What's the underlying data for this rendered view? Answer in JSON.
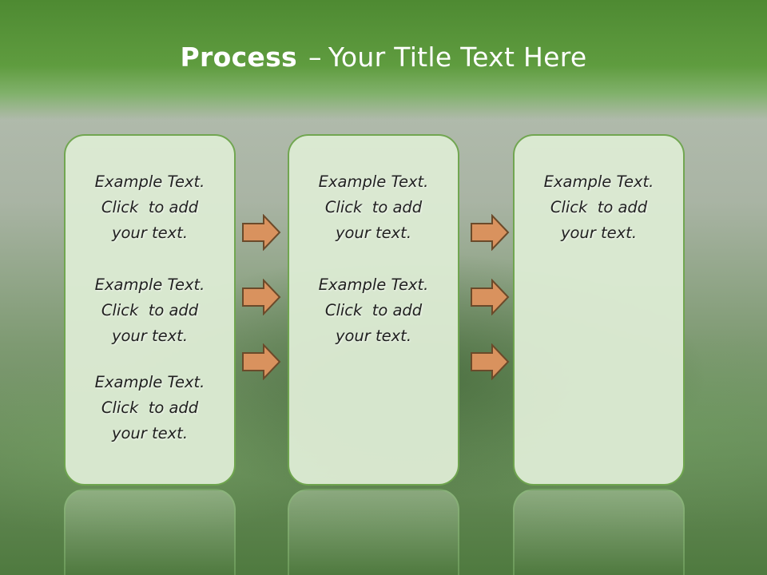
{
  "slide": {
    "title_bold": "Process",
    "title_separator": "–",
    "title_rest": "Your Title Text Here"
  },
  "columns": [
    {
      "blocks": [
        {
          "lines": [
            "Example Text.",
            "Click  to add",
            "your text."
          ]
        },
        {
          "lines": [
            "Example Text.",
            "Click  to add",
            "your text."
          ]
        },
        {
          "lines": [
            "Example Text.",
            "Click  to add",
            "your text."
          ]
        }
      ]
    },
    {
      "blocks": [
        {
          "lines": [
            "Example Text.",
            "Click  to add",
            "your text."
          ]
        },
        {
          "lines": [
            "Example Text.",
            "Click  to add",
            "your text."
          ]
        }
      ]
    },
    {
      "blocks": [
        {
          "lines": [
            "Example Text.",
            "Click  to add",
            "your text."
          ]
        }
      ]
    }
  ],
  "colors": {
    "header_green": "#5a9639",
    "box_fill": "#dcebd3",
    "box_border": "#6fa64e",
    "arrow_fill": "#d9925e",
    "arrow_stroke": "#6b4a2a"
  },
  "icons": {
    "arrow": "arrow-right-icon"
  }
}
